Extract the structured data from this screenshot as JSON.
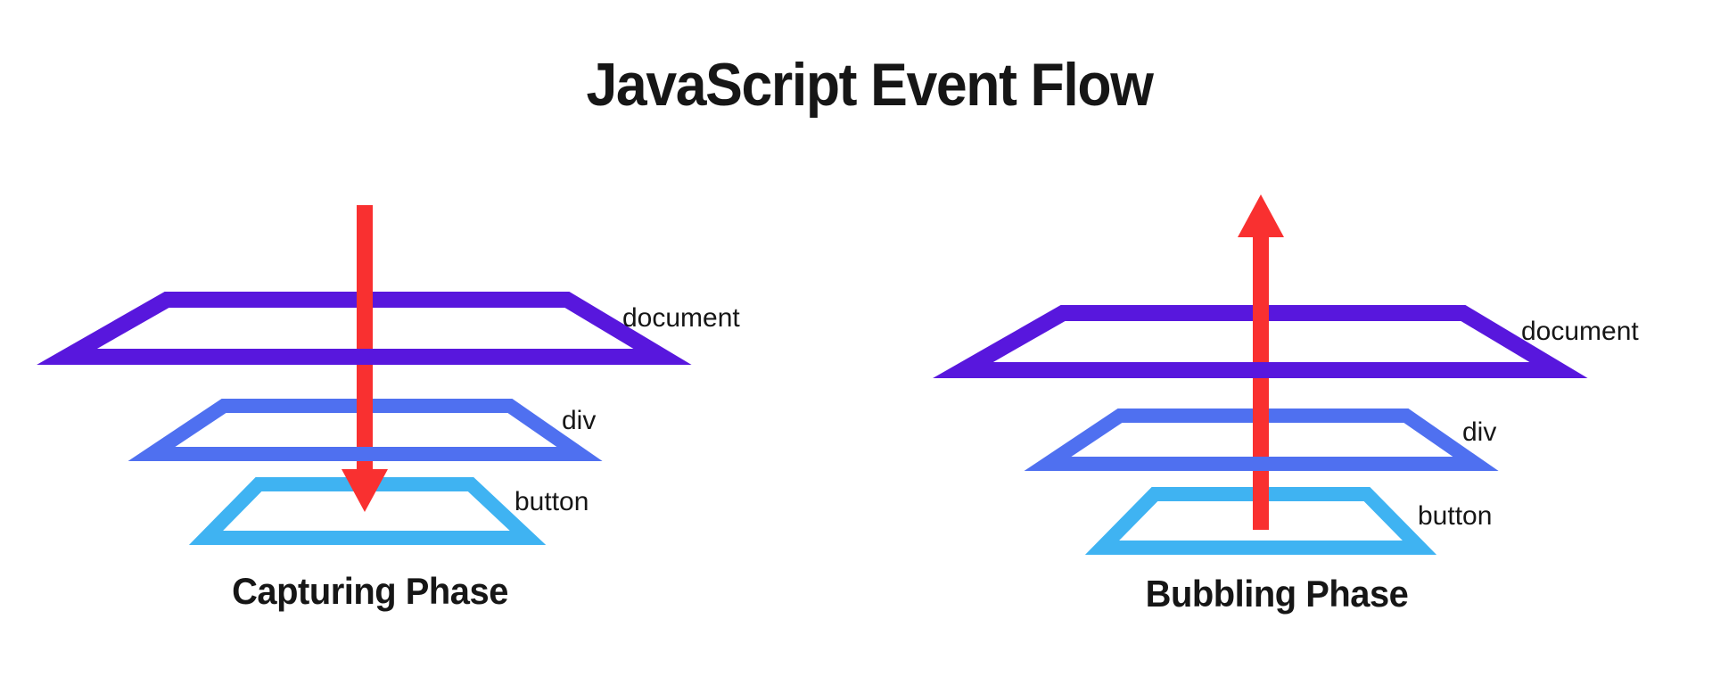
{
  "title": "JavaScript Event Flow",
  "colors": {
    "document_layer": "#5817DD",
    "div_layer": "#4F70F0",
    "button_layer": "#3FB3F2",
    "arrow": "#F93030",
    "text": "#161616",
    "background": "#FFFFFF"
  },
  "capturing": {
    "caption": "Capturing Phase",
    "arrow_direction": "down",
    "layer_labels": [
      "document",
      "div",
      "button"
    ]
  },
  "bubbling": {
    "caption": "Bubbling Phase",
    "arrow_direction": "up",
    "layer_labels": [
      "document",
      "div",
      "button"
    ]
  }
}
